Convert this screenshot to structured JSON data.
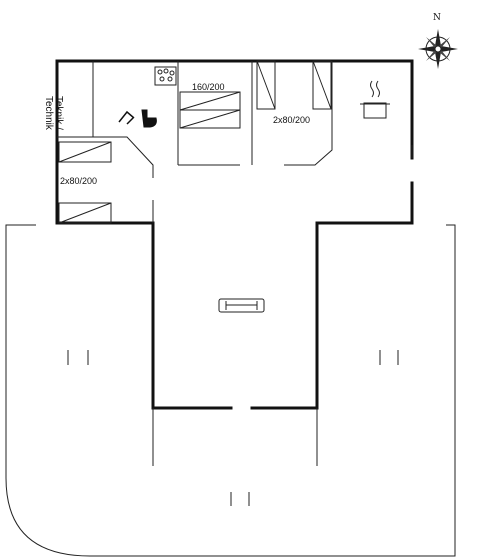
{
  "compass": {
    "north_label": "N"
  },
  "rooms": {
    "technical_room": {
      "line1": "Teknik /",
      "line2": "Technik"
    },
    "bedroom_main": {
      "bed_size": "160/200"
    },
    "bedroom_right": {
      "bed_size": "2x80/200"
    },
    "bedroom_left": {
      "bed_size": "2x80/200"
    }
  },
  "icons": [
    "compass-rose-icon",
    "stove-icon",
    "shower-icon",
    "toilet-icon",
    "cooking-pot-icon",
    "sofa-icon"
  ],
  "colors": {
    "wall": "#111111",
    "line": "#222222",
    "background": "#ffffff"
  }
}
